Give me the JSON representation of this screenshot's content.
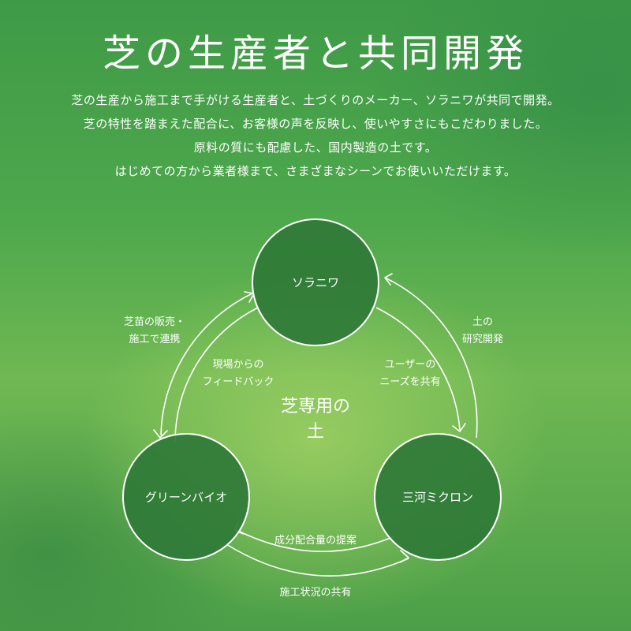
{
  "header": {
    "title": "芝の生産者と共同開発",
    "intro_lines": [
      "芝の生産から施工まで手がける生産者と、土づくりのメーカー、ソラニワが共同で開発。",
      "芝の特性を踏まえた配合に、お客様の声を反映し、使いやすさにもこだわりました。",
      "原料の質にも配慮した、国内製造の土です。",
      "はじめての方から業者様まで、さまざまなシーンでお使いいただけます。"
    ]
  },
  "diagram": {
    "center": {
      "line1": "芝専用の",
      "line2": "土"
    },
    "nodes": {
      "top": "ソラニワ",
      "left": "グリーンバイオ",
      "right": "三河ミクロン"
    },
    "outer_labels": {
      "top_left": {
        "line1": "芝苗の販売・",
        "line2": "施工で連携"
      },
      "top_right": {
        "line1": "土の",
        "line2": "研究開発"
      },
      "bottom": "施工状況の共有"
    },
    "inner_labels": {
      "left": {
        "line1": "現場からの",
        "line2": "フィードバック"
      },
      "right": {
        "line1": "ユーザーの",
        "line2": "ニーズを共有"
      },
      "bottom": "成分配合量の提案"
    },
    "colors": {
      "node_fill": "#2f7a37",
      "line": "#ffffff"
    }
  }
}
